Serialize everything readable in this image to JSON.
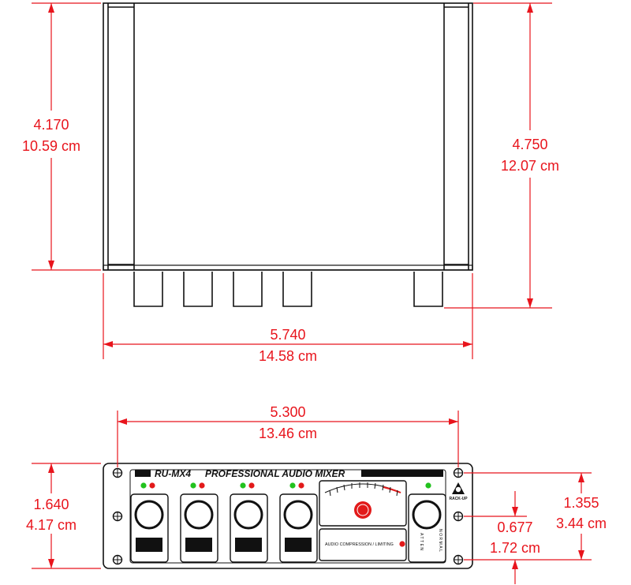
{
  "top_view": {
    "height_in": "4.170",
    "height_cm": "10.59 cm",
    "depth_in": "4.750",
    "depth_cm": "12.07 cm",
    "width_in": "5.740",
    "width_cm": "14.58 cm"
  },
  "front_view": {
    "hole_spacing_in": "5.300",
    "hole_spacing_cm": "13.46 cm",
    "height_in": "1.640",
    "height_cm": "4.17 cm",
    "hole_vertical_in": "1.355",
    "hole_vertical_cm": "3.44 cm",
    "hole_offset_in": "0.677",
    "hole_offset_cm": "1.72 cm",
    "model": "RU-MX4",
    "product_name": "PROFESSIONAL AUDIO MIXER",
    "compression_label": "AUDIO COMPRESSION / LIMITING",
    "switch_label_left": "ATTEN",
    "switch_label_right": "NORMAL",
    "logo_text": "RACK-UP"
  },
  "colors": {
    "dimension": "#e8141c",
    "led_green": "#22c21e",
    "led_red": "#e21a1a"
  }
}
